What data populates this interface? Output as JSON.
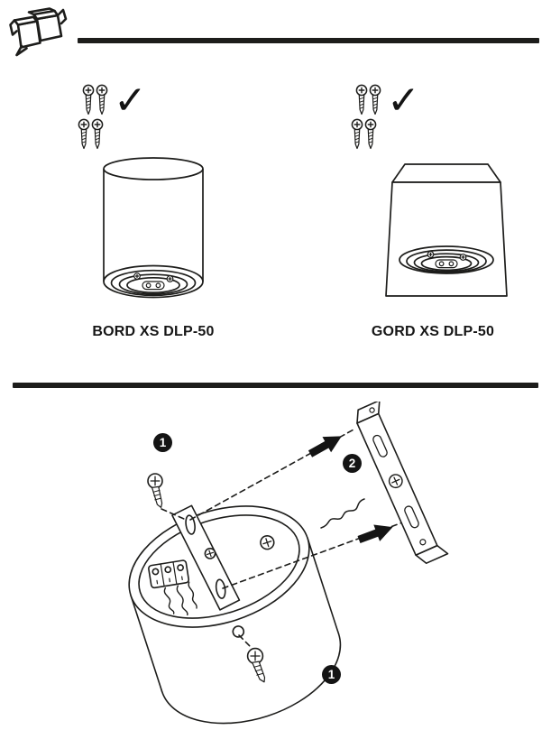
{
  "ink_color": "#1d1d1b",
  "paper_color": "#ffffff",
  "icons": {
    "package": "package-boxes-icon",
    "screws": "mounting-screws-icon",
    "checkmark": "✓",
    "arrow": "insert-direction-arrow-icon"
  },
  "products": [
    {
      "label": "BORD XS DLP-50",
      "check": "✓"
    },
    {
      "label": "GORD XS DLP-50",
      "check": "✓"
    }
  ],
  "assembly": {
    "badges": [
      {
        "number": "1"
      },
      {
        "number": "2"
      },
      {
        "number": "1"
      }
    ]
  }
}
